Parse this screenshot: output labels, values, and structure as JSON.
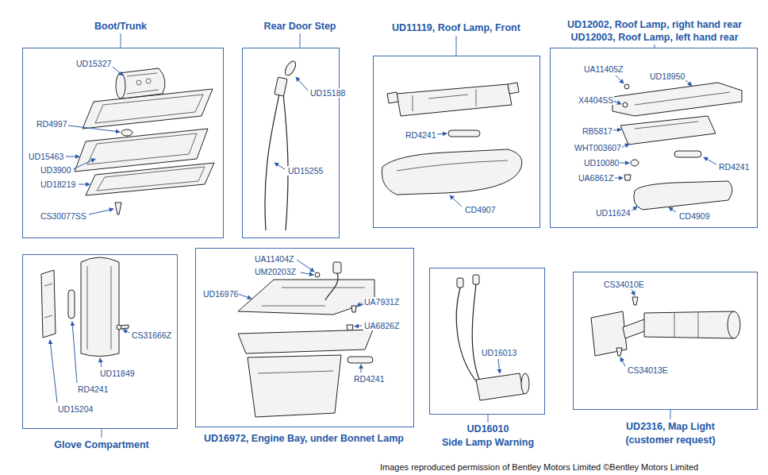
{
  "diagram": {
    "nodes": [
      {
        "text": [
          "Boot/Trunk"
        ]
      },
      {
        "text": [
          "Rear Door Step"
        ]
      },
      {
        "text": [
          "UD11119, Roof Lamp, Front"
        ]
      },
      {
        "text": [
          "UD12002, Roof Lamp, right hand rear",
          "UD12003, Roof Lamp, left hand rear"
        ]
      },
      {
        "text": [
          "Glove Compartment"
        ]
      },
      {
        "text": [
          "UD16972, Engine Bay, under Bonnet Lamp"
        ]
      },
      {
        "text": [
          "UD16010",
          "Side Lamp Warning"
        ]
      },
      {
        "text": [
          "UD2316, Map Light",
          "(customer request)"
        ]
      }
    ],
    "labels": [
      "UD15327",
      "RD4997",
      "UD15463",
      "UD3900",
      "UD18219",
      "CS30077SS",
      "UD15188",
      "UD15255",
      "RD4241",
      "CD4907",
      "UA11405Z",
      "UD18950",
      "X4404SS",
      "RB5817",
      "WHT003607",
      "UD10080",
      "UA6861Z",
      "RD4241",
      "UD11624",
      "CD4909",
      "CS31666Z",
      "UD11849",
      "RD4241",
      "UD15204",
      "UA11404Z",
      "UM20203Z",
      "UD16976",
      "UA7931Z",
      "UA6826Z",
      "RD4241",
      "UD16013",
      "CS34010E",
      "CS34013E",
      "Images reproduced permission of Bentley Motors Limited ©Bentley Motors Limited"
    ]
  }
}
